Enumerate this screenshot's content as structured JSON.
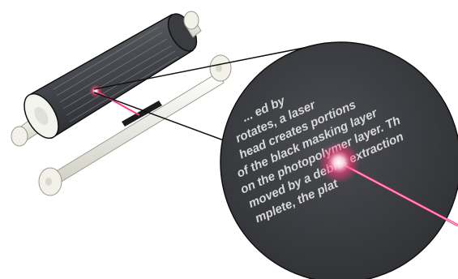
{
  "magnified_text": {
    "lines": [
      "... ed by",
      "rotates, a laser",
      "head creates portions",
      "of the black masking layer",
      "on the photopolymer layer. Th",
      "moved by a debris extraction",
      "mplete, the plat"
    ]
  },
  "colors": {
    "drum": "#4a4d52",
    "drum_dark": "#2e3034",
    "magnifier_fill": "#3d3f43",
    "laser": "#ff3b7a",
    "rod": "#e9e9df",
    "outline": "#111111"
  }
}
